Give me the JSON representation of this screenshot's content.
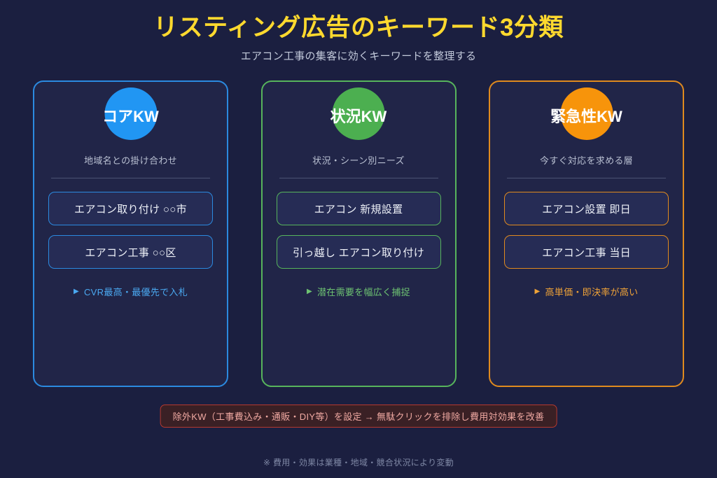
{
  "header": {
    "title": "リスティング広告のキーワード3分類",
    "subtitle": "エアコン工事の集客に効くキーワードを整理する"
  },
  "colors": {
    "background": "#1b1f40",
    "card_background": "#212548",
    "title_yellow": "#ffd92e",
    "blue": "#2196f3",
    "green": "#4caf50",
    "orange": "#f7940b",
    "banner_border": "#b5392f",
    "banner_background": "#3a2025",
    "banner_text": "#f0a9a2"
  },
  "cards": [
    {
      "id": "core-kw",
      "title": "コアKW",
      "subtitle": "地域名との掛け合わせ",
      "accent": "#2196f3",
      "bubble_icon": "circle-badge-icon",
      "keywords": [
        "エアコン取り付け ○○市",
        "エアコン工事 ○○区"
      ],
      "note_marker": "▶",
      "note": "CVR最高・最優先で入札"
    },
    {
      "id": "situation-kw",
      "title": "状況KW",
      "subtitle": "状況・シーン別ニーズ",
      "accent": "#4caf50",
      "bubble_icon": "circle-badge-icon",
      "keywords": [
        "エアコン 新規設置",
        "引っ越し エアコン取り付け"
      ],
      "note_marker": "▶",
      "note": "潜在需要を幅広く捕捉"
    },
    {
      "id": "urgency-kw",
      "title": "緊急性KW",
      "subtitle": "今すぐ対応を求める層",
      "accent": "#f7940b",
      "bubble_icon": "circle-badge-icon",
      "keywords": [
        "エアコン設置 即日",
        "エアコン工事 当日"
      ],
      "note_marker": "▶",
      "note": "高単価・即決率が高い"
    }
  ],
  "banner": {
    "text": "除外KW（工事費込み・通販・DIY等）を設定 → 無駄クリックを排除し費用対効果を改善"
  },
  "footnote": {
    "text": "※ 費用・効果は業種・地域・競合状況により変動"
  }
}
